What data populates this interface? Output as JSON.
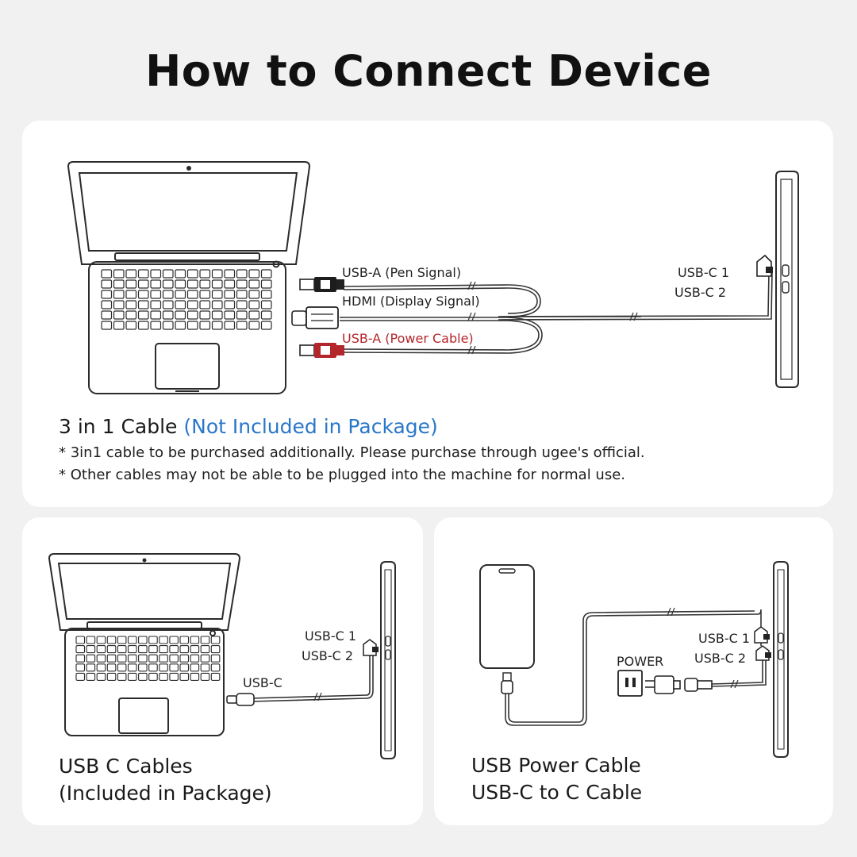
{
  "title": "How to Connect Device",
  "colors": {
    "background": "#f1f1f1",
    "card": "#ffffff",
    "accent_blue": "#2a77c9",
    "power_red": "#b3262b"
  },
  "top_panel": {
    "labels": {
      "usb_a_pen": "USB-A  (Pen Signal)",
      "hdmi": "HDMI   (Display Signal)",
      "usb_a_power": "USB-A (Power Cable)",
      "usb_c1": "USB-C 1",
      "usb_c2": "USB-C 2"
    },
    "caption_main": "3 in 1 Cable ",
    "caption_highlight": "(Not Included in Package)",
    "notes": [
      "* 3in1 cable to be purchased additionally. Please purchase through ugee's official.",
      "* Other cables may not be able to be plugged into the machine for normal use."
    ]
  },
  "bottom_left_panel": {
    "labels": {
      "usb_c1": "USB-C 1",
      "usb_c2": "USB-C 2",
      "usb_c": "USB-C"
    },
    "caption_lines": [
      "USB C Cables",
      "(Included in Package)"
    ]
  },
  "bottom_right_panel": {
    "labels": {
      "usb_c1": "USB-C 1",
      "usb_c2": "USB-C 2",
      "power": "POWER"
    },
    "caption_lines": [
      "USB Power Cable",
      "USB-C to C Cable"
    ]
  }
}
